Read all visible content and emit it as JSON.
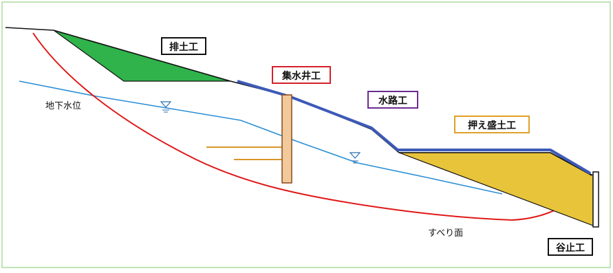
{
  "diagram": {
    "labels": {
      "haido": "排土工",
      "shusuisei": "集水井工",
      "suiro": "水路工",
      "osaemori": "押え盛土工",
      "tanidome": "谷止工",
      "chikasui": "地下水位",
      "suberi": "すべり面"
    },
    "colors": {
      "frame": "#bfe3b4",
      "ground_line": "#111111",
      "slip_surface": "#e01818",
      "groundwater": "#2a8fd6",
      "haido_fill": "#2fb34a",
      "osaemori_fill": "#e8c43a",
      "drain_lining": "#3d5ab8",
      "well_fill": "#f2c99a",
      "well_edge": "#8a4a1a",
      "drain_pipes": "#d9962a",
      "haido_box": "#111111",
      "shusuisei_box": "#d3202a",
      "suiro_box": "#6a2c8f",
      "osaemori_box": "#e0a02a",
      "tanidome_box": "#111111"
    }
  }
}
